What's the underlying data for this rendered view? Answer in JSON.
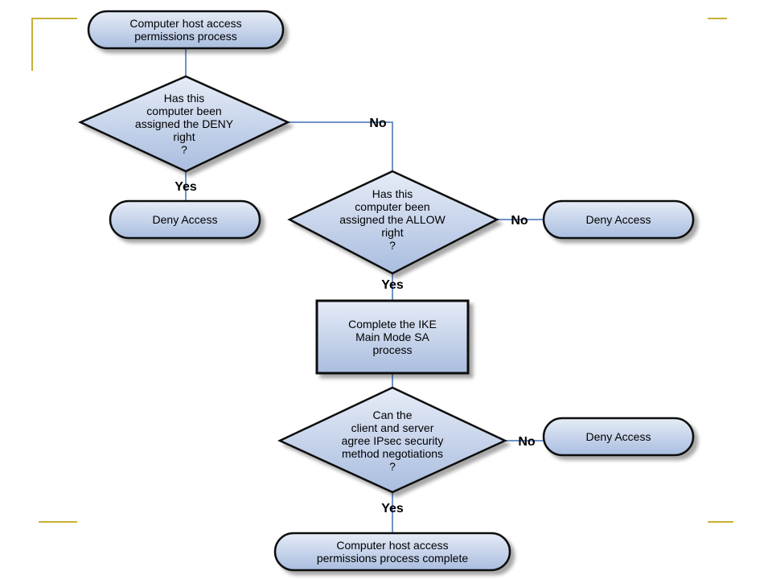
{
  "colors": {
    "node_fill_top": "#e6ecf7",
    "node_fill_bottom": "#a9bddf",
    "node_stroke": "#111111",
    "connector": "#6f93c8",
    "slide_accent": "#c9b037"
  },
  "nodes": {
    "start": [
      "Computer host access",
      "permissions process"
    ],
    "q_deny": [
      "Has this",
      "computer been",
      "assigned the DENY",
      "right",
      "?"
    ],
    "deny1": [
      "Deny Access"
    ],
    "q_allow": [
      "Has this",
      "computer been",
      "assigned the ALLOW",
      "right",
      "?"
    ],
    "deny2": [
      "Deny Access"
    ],
    "ike": [
      "Complete the IKE",
      "Main Mode SA",
      "process"
    ],
    "q_ipsec": [
      "Can the",
      "client and server",
      "agree IPsec security",
      "method negotiations",
      "?"
    ],
    "deny3": [
      "Deny Access"
    ],
    "end": [
      "Computer host access",
      "permissions process complete"
    ]
  },
  "edge_labels": {
    "deny_no": "No",
    "deny_yes": "Yes",
    "allow_no": "No",
    "allow_yes": "Yes",
    "ipsec_no": "No",
    "ipsec_yes": "Yes"
  }
}
